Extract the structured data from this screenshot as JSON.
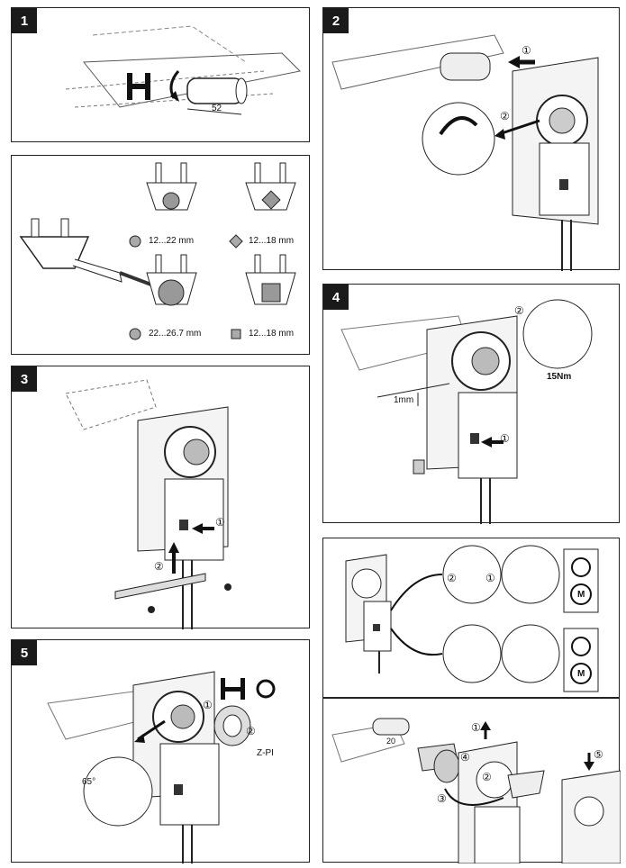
{
  "panels": {
    "p1": {
      "step": "1",
      "dim": "52"
    },
    "p2": {
      "step": "2",
      "callout_1": "①",
      "callout_2": "②"
    },
    "sizes": {
      "round_small": "12...22 mm",
      "square_small": "12...18 mm",
      "round_large": "22...26.7 mm",
      "square_large": "12...18 mm"
    },
    "p3": {
      "step": "3",
      "callout_1": "①",
      "callout_2": "②"
    },
    "p4": {
      "step": "4",
      "gap": "1mm",
      "torque": "15Nm",
      "callout_1": "①",
      "callout_2": "②"
    },
    "p5": {
      "step": "5",
      "angle": "65°",
      "part": "Z-PI",
      "callout_1": "①",
      "callout_2": "②"
    },
    "manual": {
      "callout_1": "①",
      "callout_2": "②",
      "motor_label": "M"
    },
    "adapter": {
      "dim": "20",
      "c1": "①",
      "c2": "②",
      "c3": "③",
      "c4": "④",
      "c5": "⑤"
    }
  },
  "icons": [
    "clamp-icon",
    "rotate-arrow-icon",
    "motor-gear-icon",
    "hand-icon",
    "screw-icon"
  ]
}
